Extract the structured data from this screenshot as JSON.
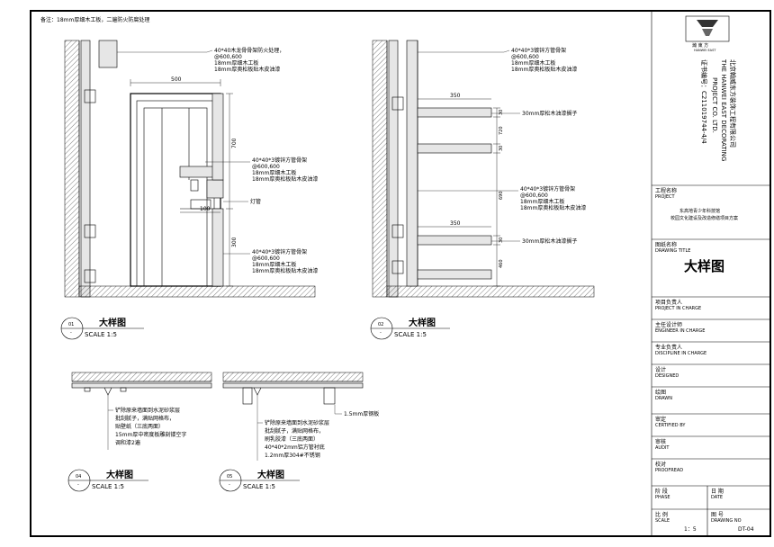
{
  "note": "备注：18mm厚细木工板，二遍防火防腐处理",
  "details": [
    {
      "number": "01",
      "title": "大样图",
      "scale": "SCALE 1:5",
      "dims": [
        "500",
        "700",
        "100",
        "300"
      ],
      "annotations": [
        [
          "40*40木龙骨骨架防火处理，",
          "@600,600",
          "18mm厚细木工板",
          "18mm厚奥松板贴木皮油漆"
        ],
        [
          "40*40*3镀锌方管骨架",
          "@600,600",
          "18mm厚细木工板",
          "18mm厚奥松板贴木皮油漆"
        ],
        [
          "灯管"
        ],
        [
          "40*40*3镀锌方管骨架",
          "@600,600",
          "18mm厚细木工板",
          "18mm厚奥松板贴木皮油漆"
        ]
      ]
    },
    {
      "number": "02",
      "title": "大样图",
      "scale": "SCALE 1:5",
      "dims": [
        "350",
        "30",
        "720",
        "30",
        "690",
        "350",
        "30",
        "460"
      ],
      "annotations": [
        [
          "40*40*3镀锌方管骨架",
          "@600,600",
          "18mm厚细木工板",
          "18mm厚奥松板贴木皮油漆"
        ],
        [
          "30mm厚松木油漆搁子"
        ],
        [
          "40*40*3镀锌方管骨架",
          "@600,600",
          "18mm厚细木工板",
          "18mm厚奥松板贴木皮油漆"
        ],
        [
          "30mm厚松木油漆搁子"
        ]
      ]
    },
    {
      "number": "04",
      "title": "大样图",
      "scale": "SCALE 1:5",
      "annotations": [
        [
          "铲除原来墙面到水泥砂浆层",
          "批刮腻子，满贴网格布，",
          "贴壁纸（三底两面）",
          "15mm厚中密度板雕刻镂空字",
          "调和漆2遍"
        ]
      ]
    },
    {
      "number": "05",
      "title": "大样图",
      "scale": "SCALE 1:5",
      "annotations": [
        [
          "1.5mm厚钢板"
        ],
        [
          "铲除原来墙面到水泥砂浆层",
          "批刮腻子，满贴网格布，",
          "刷乳胶漆（三底两面）",
          "40*40*2mm铝方管衬底",
          "1.2mm厚304#不锈钢"
        ]
      ]
    }
  ],
  "titleblock": {
    "logo_text": "瀚 東 方",
    "logo_sub": "HANWEI EAST",
    "company_cn": "北京翰威东方装饰工程有限公司",
    "company_en1": "THE HANWEI EAST DECORATING",
    "company_en2": "PROJECT CO. LTD.",
    "certificate": "证书编号：C211019744-4/4",
    "project_label": "工程名称",
    "project_label_en": "PROJECT",
    "project_name1": "东高地青少年科技馆",
    "project_name2": "校园文化建设及改造修缮项目方案",
    "drawing_label": "图纸名称",
    "drawing_label_en": "DRAWING TITLE",
    "drawing_title": "大样图",
    "rows": [
      {
        "cn": "项目负责人",
        "en": "PROJECT IN CHARGE"
      },
      {
        "cn": "主任设计师",
        "en": "ENGINEER IN CHARGE"
      },
      {
        "cn": "专业负责人",
        "en": "DISCIPLINE IN CHARGE"
      },
      {
        "cn": "设计",
        "en": "DESIGNED"
      },
      {
        "cn": "绘图",
        "en": "DRAWN"
      },
      {
        "cn": "审定",
        "en": "CERTIFIED BY"
      },
      {
        "cn": "审核",
        "en": "AUDIT"
      },
      {
        "cn": "校对",
        "en": "PROOFREAD"
      }
    ],
    "phase_cn": "阶 段",
    "phase_en": "PHASE",
    "date_cn": "日 期",
    "date_en": "DATE",
    "scale_cn": "比 例",
    "scale_en": "SCALE",
    "scale_value": "1：5",
    "drawno_cn": "图 号",
    "drawno_en": "DRAWING NO",
    "drawno_value": "DT-04"
  }
}
